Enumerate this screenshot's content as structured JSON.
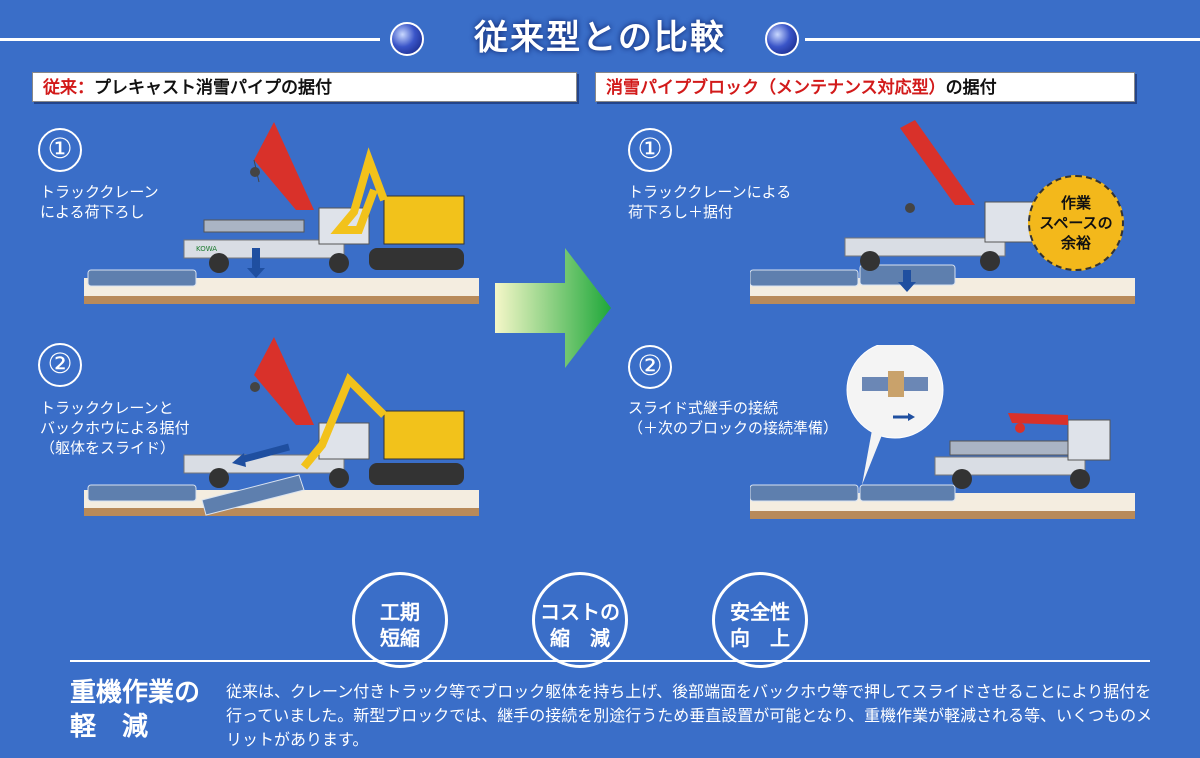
{
  "title": "従来型との比較",
  "left_header": {
    "prefix": "従来：",
    "text": "プレキャスト消雪パイプの据付"
  },
  "right_header": {
    "prefix": "消雪パイプブロック（メンテナンス対応型）",
    "text": "の据付"
  },
  "left_steps": [
    {
      "num": "①",
      "text": "トラッククレーン\nによる荷下ろし"
    },
    {
      "num": "②",
      "text": "トラッククレーンと\nバックホウによる据付\n（躯体をスライド）"
    }
  ],
  "right_steps": [
    {
      "num": "①",
      "text": "トラッククレーンによる\n荷下ろし＋据付"
    },
    {
      "num": "②",
      "text": "スライド式継手の接続\n（＋次のブロックの接続準備）"
    }
  ],
  "badge": {
    "text": "作業\nスペースの\n余裕"
  },
  "truck_logo": "KOWA",
  "benefits": [
    {
      "text": "工期\n短縮"
    },
    {
      "text": "コストの\n縮　減"
    },
    {
      "text": "安全性\n向　上"
    }
  ],
  "bottom": {
    "title": "重機作業の\n軽　減",
    "body": "従来は、クレーン付きトラック等でブロック躯体を持ち上げ、後部端面をバックホウ等で押してスライドさせることにより据付を行っていました。新型ブロックでは、継手の接続を別途行うため垂直設置が可能となり、重機作業が軽減される等、いくつものメリットがあります。"
  },
  "colors": {
    "background": "#3a6ec8",
    "crane_red": "#d9312a",
    "excavator_yellow": "#f2c21b",
    "arrow_green": "#1fa83a",
    "badge_yellow": "#f3b81b"
  }
}
